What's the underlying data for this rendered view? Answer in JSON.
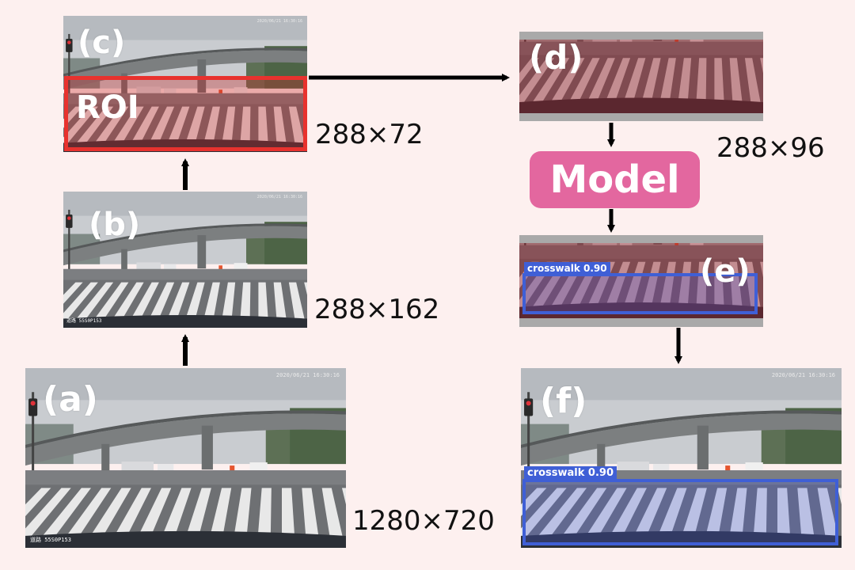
{
  "panels": {
    "a": {
      "letter": "(a)",
      "size": "1280×720",
      "timestamp": "2020/06/21 16:30:16",
      "plate": "道路 55S0P153"
    },
    "b": {
      "letter": "(b)",
      "size": "288×162",
      "timestamp": "2020/06/21 16:30:16",
      "plate": "道路 55S0P153"
    },
    "c": {
      "letter": "(c)",
      "size": "288×72",
      "timestamp": "2020/06/21 16:30:16",
      "roi_label": "ROI"
    },
    "d": {
      "letter": "(d)",
      "size": "288×96"
    },
    "e": {
      "letter": "(e)",
      "detection": "crosswalk 0.90"
    },
    "f": {
      "letter": "(f)",
      "timestamp": "2020/06/21 16:30:16",
      "detection": "crosswalk 0.90"
    }
  },
  "model": {
    "label": "Model"
  },
  "colors": {
    "background": "#fdf0ef",
    "roi": "#e8322e",
    "detection": "#3f5fd6",
    "model": "#e3679f"
  }
}
